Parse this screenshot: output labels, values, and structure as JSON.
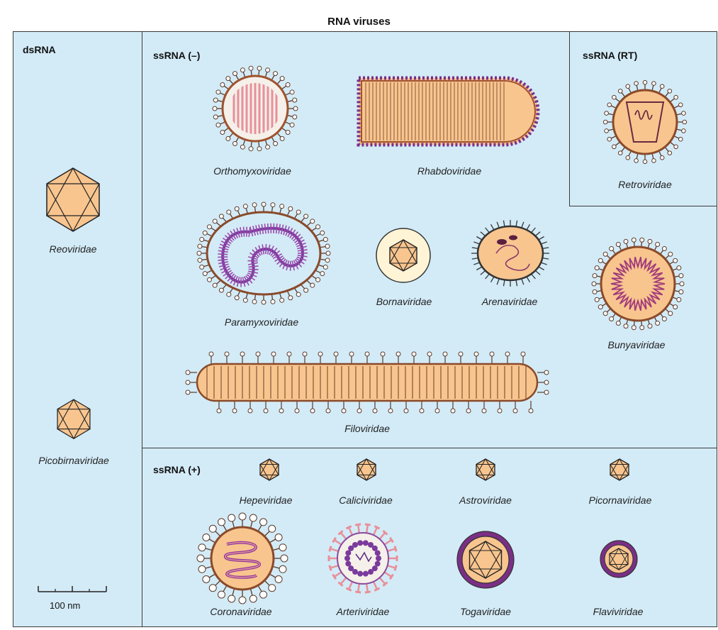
{
  "title": "RNA viruses",
  "panels": {
    "dsrna": "dsRNA",
    "ssrna_neg": "ssRNA (–)",
    "ssrna_rt": "ssRNA (RT)",
    "ssrna_pos": "ssRNA (+)"
  },
  "families": {
    "reoviridae": "Reoviridae",
    "picobirnaviridae": "Picobirnaviridae",
    "orthomyxoviridae": "Orthomyxoviridae",
    "rhabdoviridae": "Rhabdoviridae",
    "retroviridae": "Retroviridae",
    "paramyxoviridae": "Paramyxoviridae",
    "bornaviridae": "Bornaviridae",
    "arenaviridae": "Arenaviridae",
    "bunyaviridae": "Bunyaviridae",
    "filoviridae": "Filoviridae",
    "hepeviridae": "Hepeviridae",
    "caliciviridae": "Caliciviridae",
    "astroviridae": "Astroviridae",
    "picornaviridae": "Picornaviridae",
    "coronaviridae": "Coronaviridae",
    "arteriviridae": "Arteriviridae",
    "togaviridae": "Togaviridae",
    "flaviviridae": "Flaviviridae"
  },
  "scale": "100 nm",
  "colors": {
    "panel_bg": "#d3ebf7",
    "capsid": "#f8c58f",
    "rna_pink": "#e8909a",
    "rna_purple": "#8a3a9c",
    "membrane_purple": "#6a2a80"
  }
}
